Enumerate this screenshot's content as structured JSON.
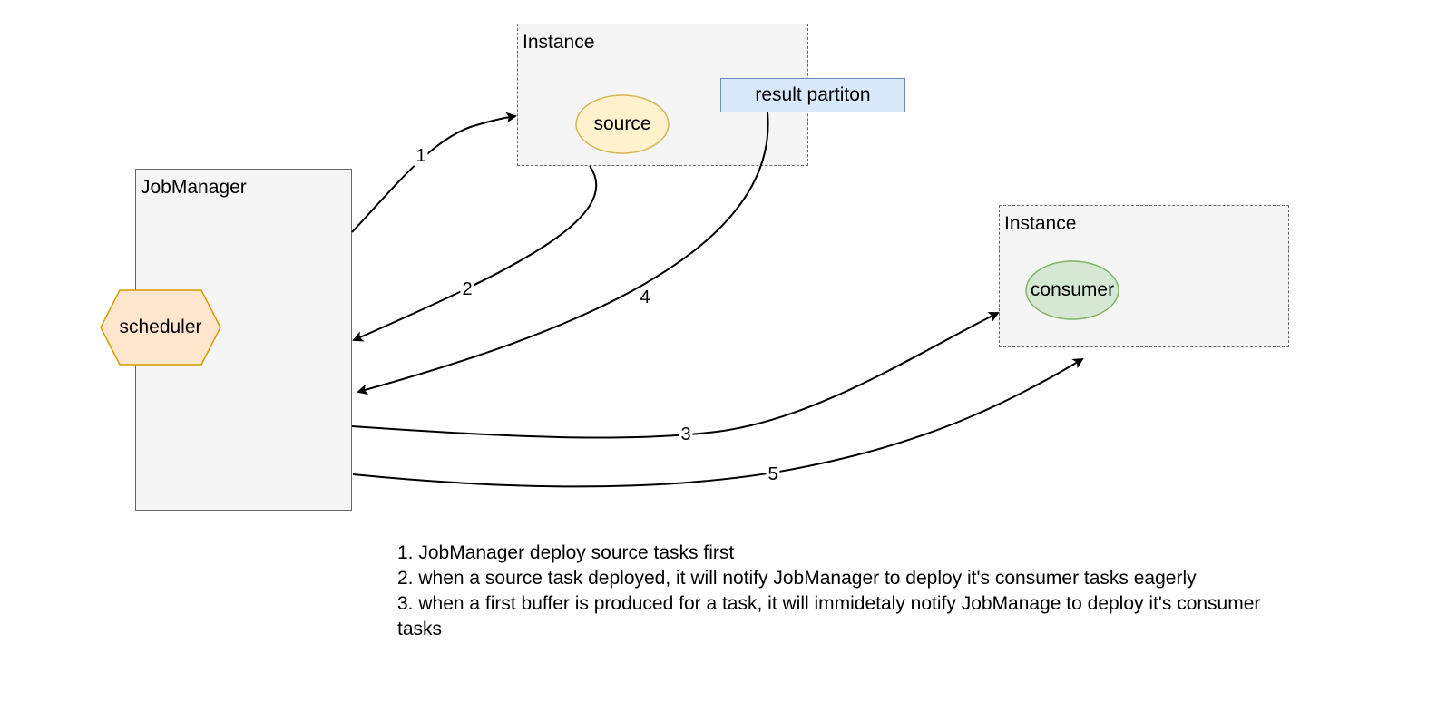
{
  "job_manager": {
    "label": "JobManager",
    "scheduler_label": "scheduler"
  },
  "source_instance": {
    "label": "Instance",
    "source_label": "source",
    "result_partition_label": "result partiton"
  },
  "consumer_instance": {
    "label": "Instance",
    "consumer_label": "consumer"
  },
  "edges": [
    {
      "label": "1"
    },
    {
      "label": "2"
    },
    {
      "label": "3"
    },
    {
      "label": "4"
    },
    {
      "label": "5"
    }
  ],
  "notes": [
    "1. JobManager deploy source tasks first",
    "2. when a source task deployed, it will notify JobManager to deploy it's consumer tasks eagerly",
    "3. when a first buffer is produced for a task, it will immidetaly notify JobManage to deploy it's consumer tasks"
  ],
  "colors": {
    "box_fill": "#f5f5f5",
    "box_stroke": "#666666",
    "scheduler_fill": "#ffe6cc",
    "scheduler_stroke": "#d79b00",
    "source_fill": "#fff2cc",
    "source_stroke": "#d6b656",
    "consumer_fill": "#d5e8d4",
    "consumer_stroke": "#82b366",
    "partition_fill": "#dae8fc",
    "partition_stroke": "#6c8ebf"
  }
}
